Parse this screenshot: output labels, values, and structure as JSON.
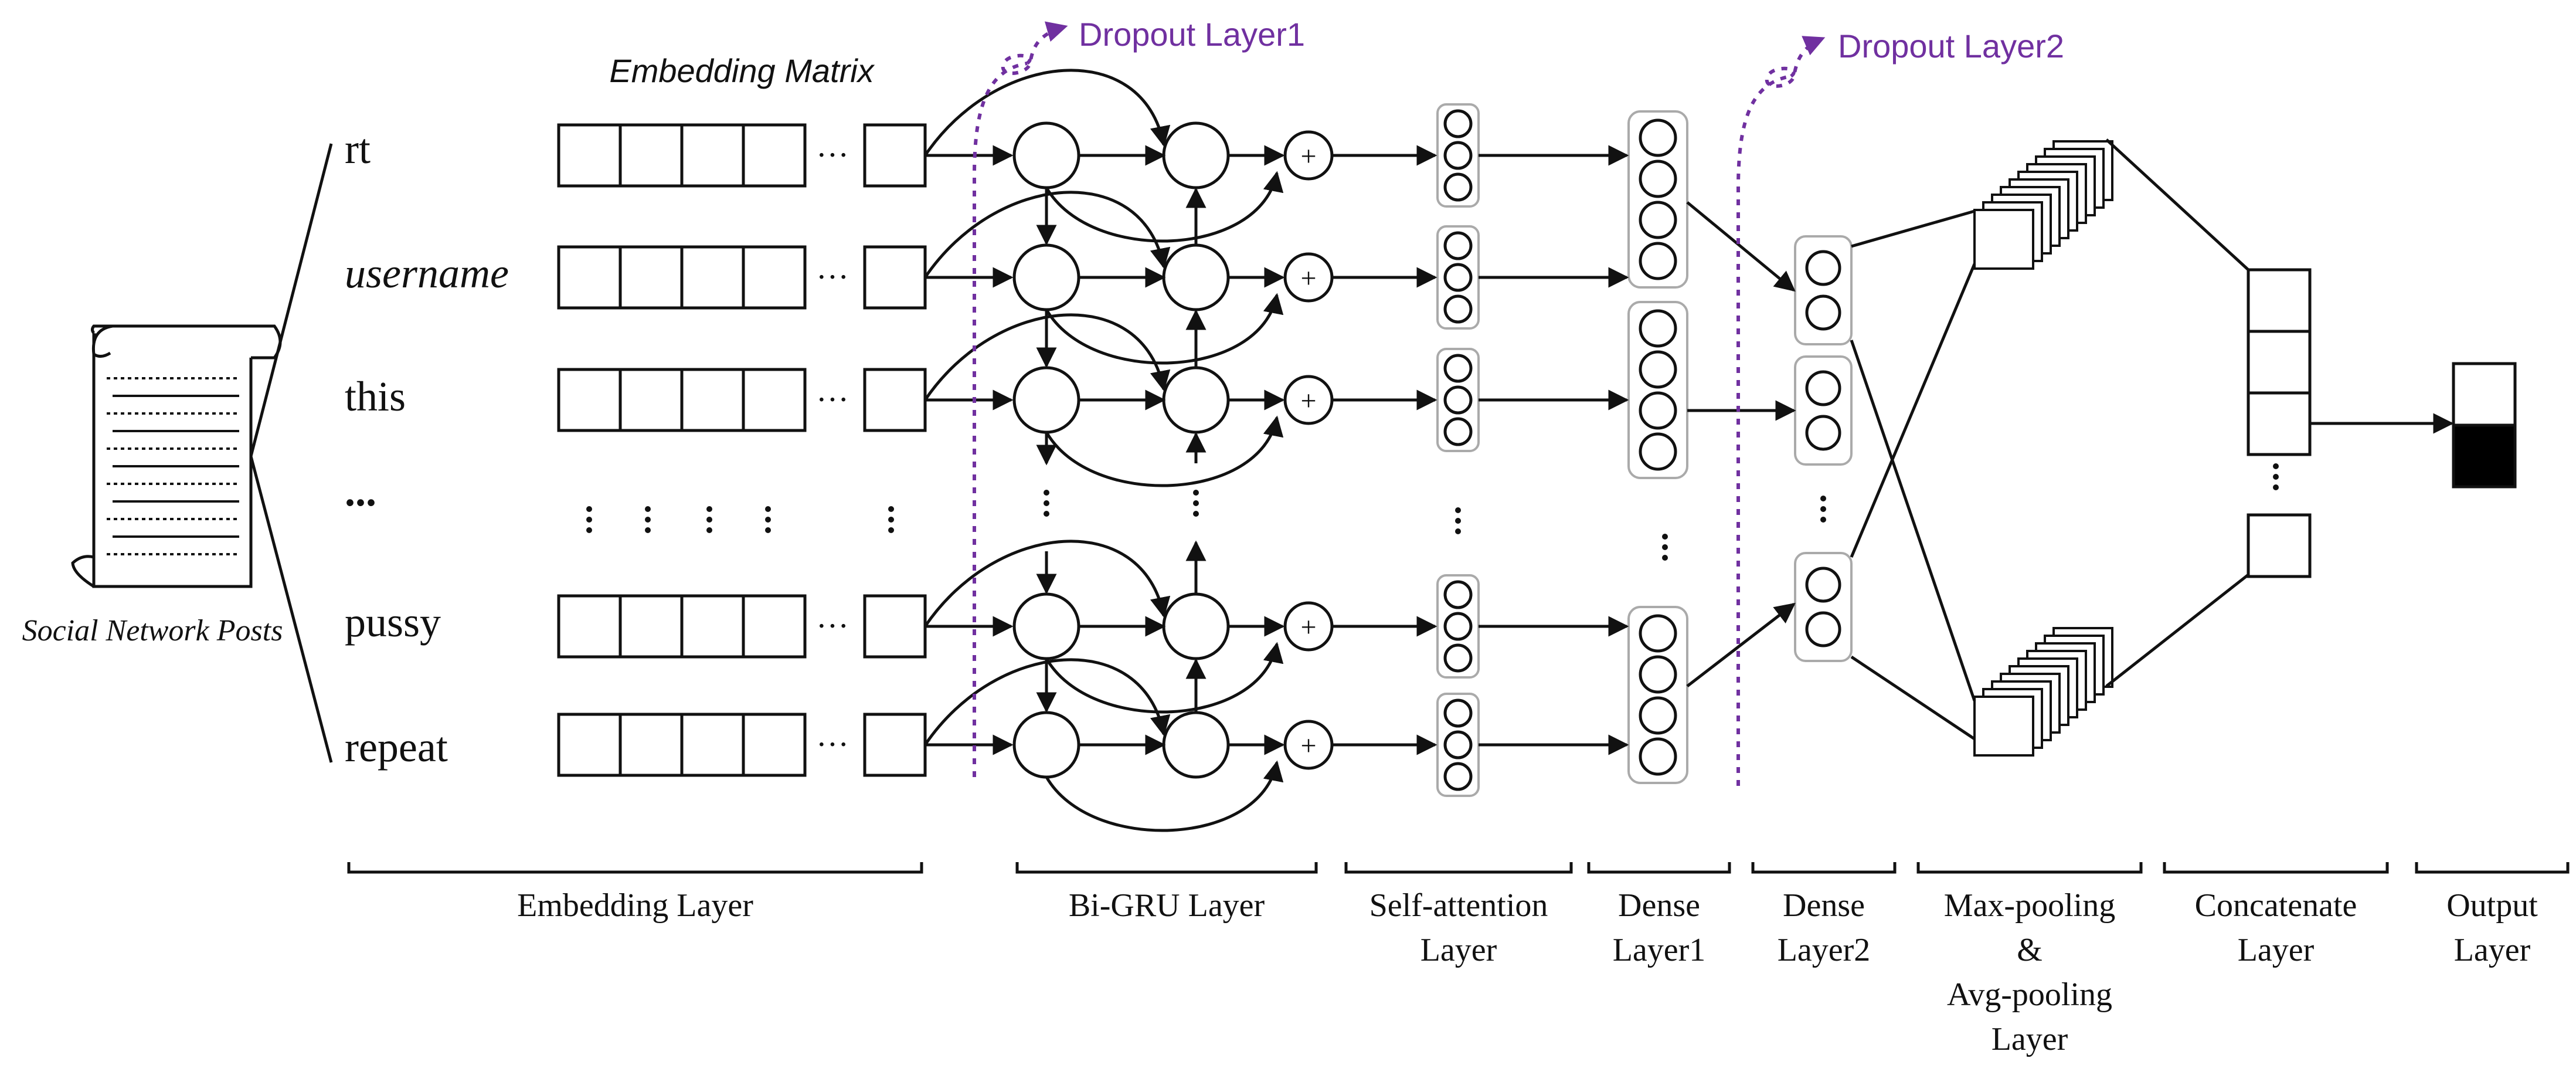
{
  "title": "Embedding Matrix",
  "posts_label": "Social Network Posts",
  "words": [
    "rt",
    "username",
    "this",
    "...",
    "pussy",
    "repeat"
  ],
  "dropout_labels": [
    "Dropout Layer1",
    "Dropout Layer2"
  ],
  "layers": [
    {
      "name": "Embedding Layer",
      "lines": [
        "Embedding Layer"
      ]
    },
    {
      "name": "Bi-GRU Layer",
      "lines": [
        "Bi-GRU Layer"
      ]
    },
    {
      "name": "Self-attention Layer",
      "lines": [
        "Self-attention",
        "Layer"
      ]
    },
    {
      "name": "Dense Layer1",
      "lines": [
        "Dense",
        "Layer1"
      ]
    },
    {
      "name": "Dense Layer2",
      "lines": [
        "Dense",
        "Layer2"
      ]
    },
    {
      "name": "Max-pooling & Avg-pooling Layer",
      "lines": [
        "Max-pooling",
        "&",
        "Avg-pooling",
        "Layer"
      ]
    },
    {
      "name": "Concatenate Layer",
      "lines": [
        "Concatenate",
        "Layer"
      ]
    },
    {
      "name": "Output Layer",
      "lines": [
        "Output",
        "Layer"
      ]
    }
  ],
  "plus_symbol": "+",
  "ellipsis": "···",
  "colors": {
    "line": "#111111",
    "dropout": "#7030a0",
    "output_fill": "#000000",
    "node_box": "#aaaaaa"
  }
}
